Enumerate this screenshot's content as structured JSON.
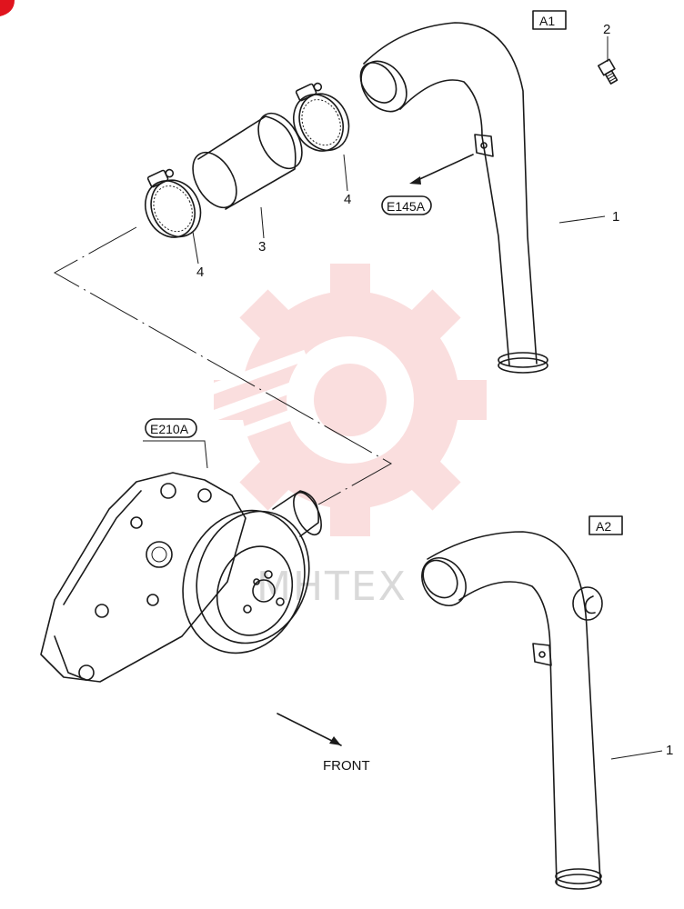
{
  "callouts": {
    "view_a1": "A1",
    "view_a2": "A2",
    "part_pipe_a1": "1",
    "part_pipe_a2": "1",
    "part_bolt": "2",
    "part_hose": "3",
    "part_clamp_left": "4",
    "part_clamp_right": "4",
    "ref_e145a": "E145A",
    "ref_e210a": "E210A",
    "front": "FRONT"
  },
  "watermark": {
    "text": "MHTEX"
  },
  "colors": {
    "line": "#1a1a1a",
    "watermark_gear": "#f2a3a3",
    "corner_mark": "#e0141e"
  }
}
